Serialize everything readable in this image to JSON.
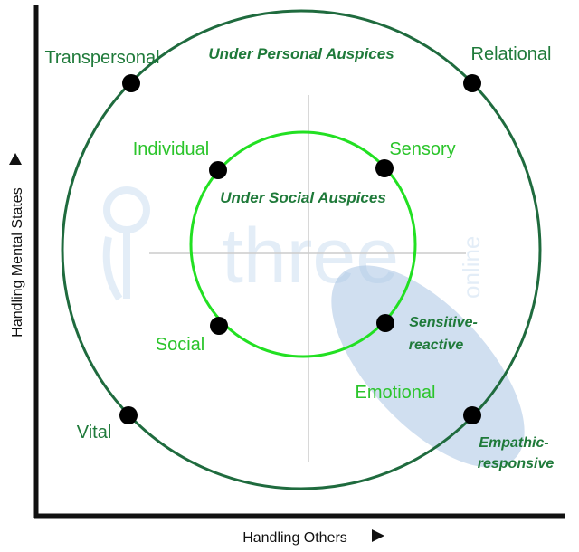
{
  "axes": {
    "y_label": "Handling Mental States",
    "x_label": "Handling Others"
  },
  "outer_circle": {
    "caption": "Under Personal Auspices",
    "nodes": [
      "Transpersonal",
      "Relational",
      "Vital",
      "Empathic-responsive"
    ]
  },
  "inner_circle": {
    "caption": "Under Social Auspices",
    "nodes": [
      "Individual",
      "Sensory",
      "Social",
      "Sensitive-reactive"
    ]
  },
  "highlight": {
    "label": "Emotional"
  },
  "labels": {
    "transpersonal": "Transpersonal",
    "relational": "Relational",
    "individual": "Individual",
    "sensory": "Sensory",
    "social": "Social",
    "sensitive_line1": "Sensitive-",
    "sensitive_line2": "reactive",
    "emotional": "Emotional",
    "vital": "Vital",
    "empathic_line1": "Empathic-",
    "empathic_line2": "responsive"
  },
  "watermark": {
    "text": "three",
    "subtext": "online"
  },
  "colors": {
    "outer_ring": "#1f6b3e",
    "inner_ring": "#22e022",
    "text_green": "#1f7a3a",
    "highlight_fill": "#aac4e4",
    "axis": "#111111",
    "crosshair": "#cccccc"
  }
}
